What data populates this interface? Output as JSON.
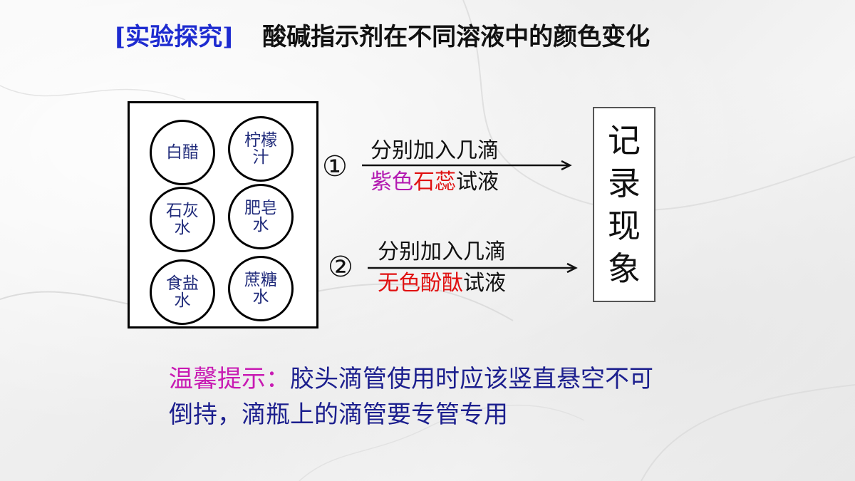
{
  "title": {
    "tag": "[实验探究]",
    "main": "酸碱指示剂在不同溶液中的颜色变化"
  },
  "board": {
    "wells": [
      {
        "label": "白醋"
      },
      {
        "label": "柠檬汁"
      },
      {
        "label": "石灰水"
      },
      {
        "label": "肥皂水"
      },
      {
        "label": "食盐水"
      },
      {
        "label": "蔗糖水"
      }
    ]
  },
  "steps": [
    {
      "number": "①",
      "line1": "分别加入几滴",
      "line2_parts": [
        {
          "text": "紫色",
          "color": "#b31bb1"
        },
        {
          "text": "石蕊",
          "color": "#e01010"
        },
        {
          "text": "试液",
          "color": "#111111"
        }
      ]
    },
    {
      "number": "②",
      "line1": "分别加入几滴",
      "line2_parts": [
        {
          "text": "无色酚酞",
          "color": "#e01010"
        },
        {
          "text": "试液",
          "color": "#111111"
        }
      ]
    }
  ],
  "record": {
    "chars": [
      "记",
      "录",
      "现",
      "象"
    ]
  },
  "tip": {
    "label": "温馨提示：",
    "text": "胶头滴管使用时应该竖直悬空不可倒持，滴瓶上的滴管要专管专用"
  },
  "colors": {
    "title_tag": "#1d2bd0",
    "well_text": "#1f2a7a",
    "tip_label": "#c81bb3",
    "tip_text": "#1c1f8e"
  }
}
